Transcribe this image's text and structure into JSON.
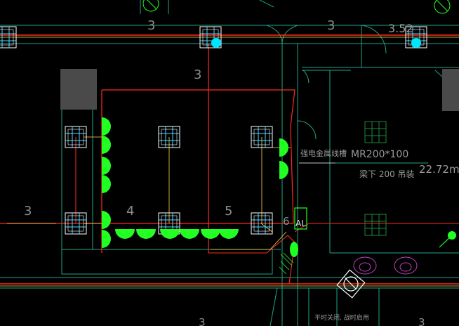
{
  "labels": {
    "circuit_3_top_left": "3",
    "circuit_3_top_right": "3",
    "dim_top_right": "3.52",
    "circuit_3_mid": "3",
    "circuit_3_left": "3",
    "circuit_4": "4",
    "circuit_5": "5",
    "circuit_6": "6",
    "panel_code": "AL",
    "tray_label": "强电金属线槽",
    "tray_size": "MR200*100",
    "mount_note": "梁下 200 吊装",
    "area": "22.72m",
    "bottom_circuit_a": "3",
    "bottom_circuit_b": "3",
    "bottom_note": "平时关闭, 战时启用"
  },
  "colors": {
    "background": "#000000",
    "wire_red": "#ff2a1a",
    "wire_yellow": "#ffd84a",
    "fixture": "#ffffff",
    "accent_green": "#22ff22",
    "wall_teal": "#1fa58a",
    "cyan": "#00e5ff",
    "magenta": "#c040c0"
  }
}
